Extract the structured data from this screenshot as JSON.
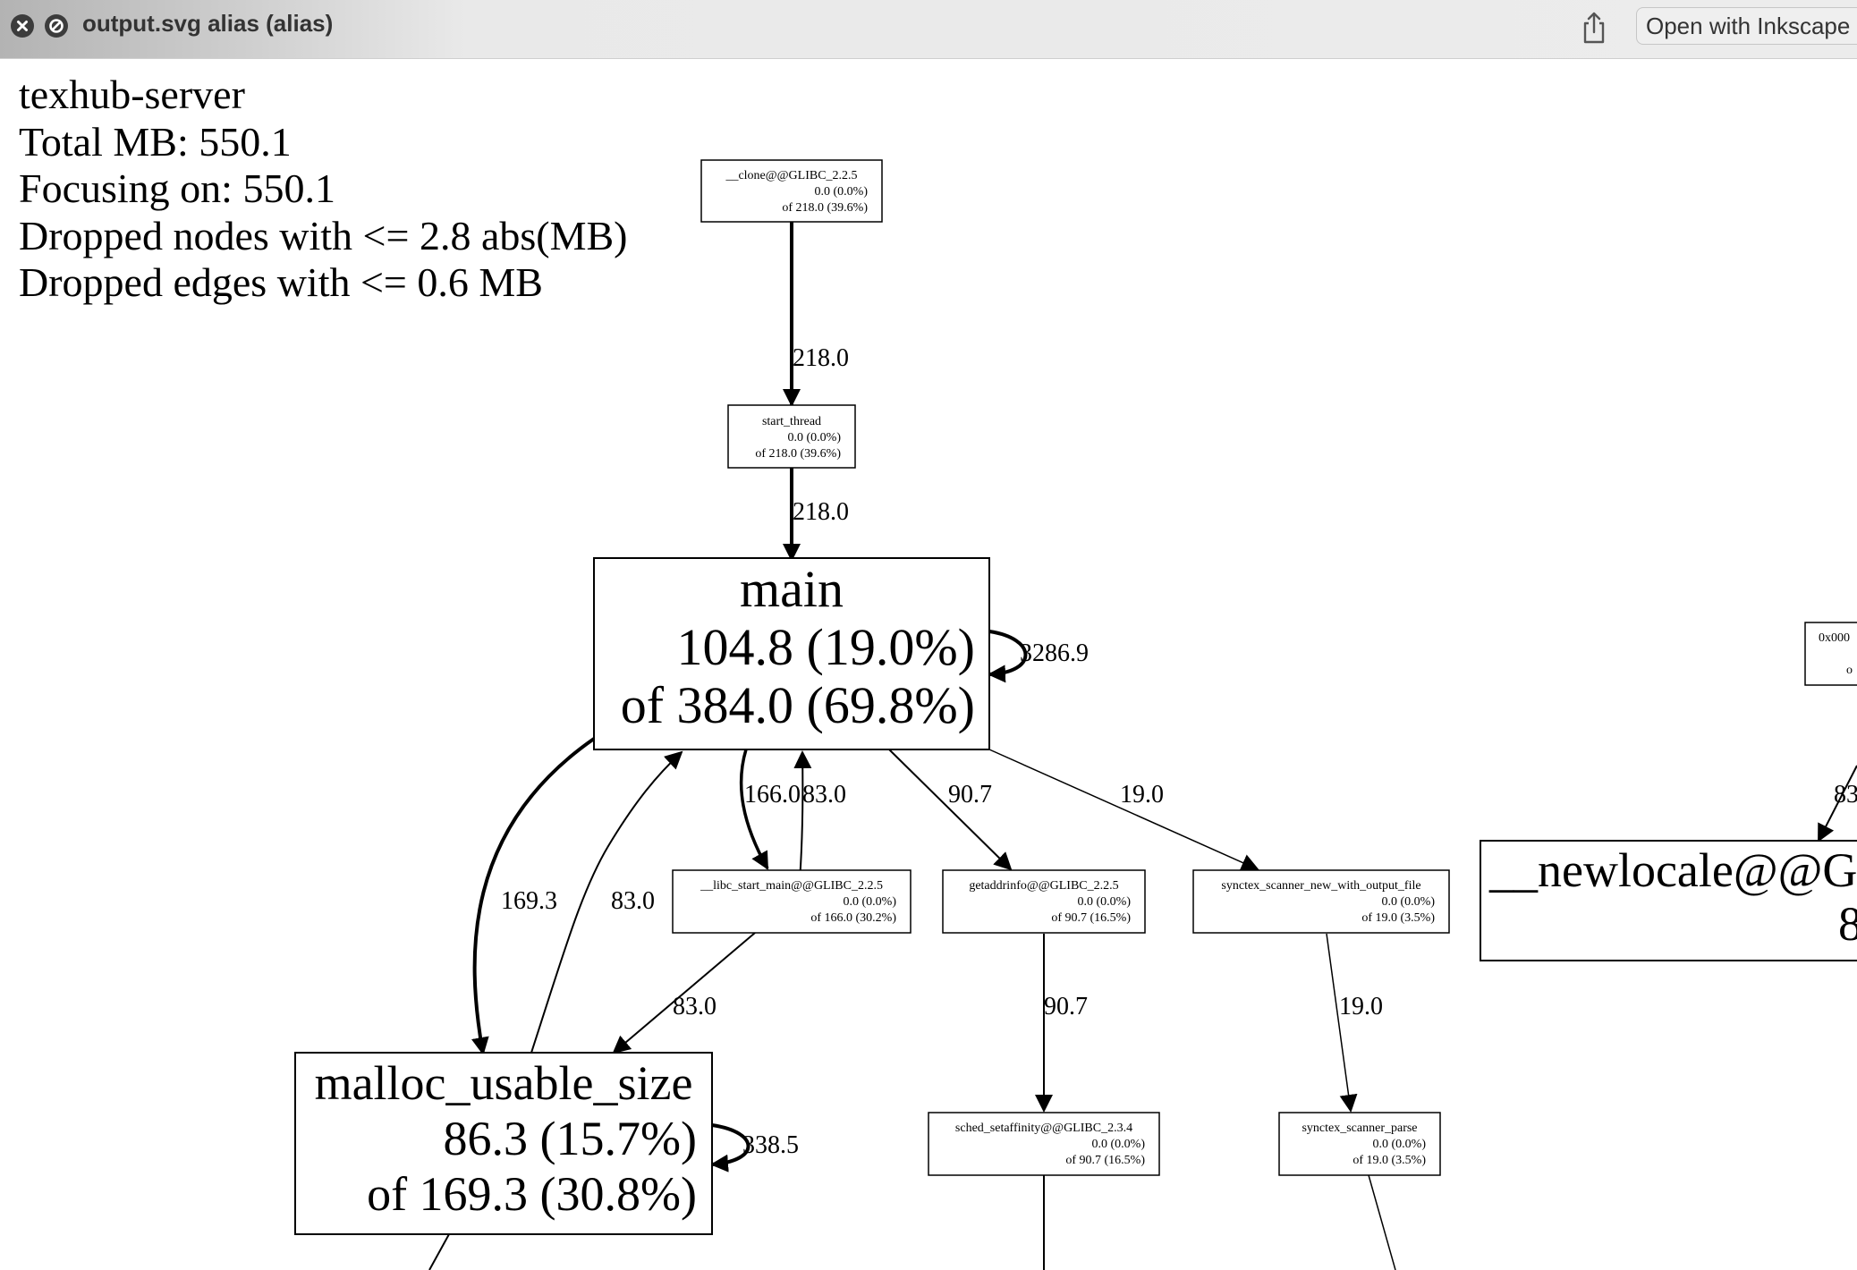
{
  "window": {
    "title": "output.svg alias (alias)",
    "open_with_label": "Open with Inkscape"
  },
  "legend": {
    "line1": "texhub-server",
    "line2": "Total MB: 550.1",
    "line3": "Focusing on: 550.1",
    "line4": "Dropped nodes with <= 2.8 abs(MB)",
    "line5": "Dropped edges with <= 0.6 MB"
  },
  "nodes": {
    "clone": {
      "name": "__clone@@GLIBC_2.2.5",
      "flat": "0.0 (0.0%)",
      "cum": "of 218.0 (39.6%)"
    },
    "start_thread": {
      "name": "start_thread",
      "flat": "0.0 (0.0%)",
      "cum": "of 218.0 (39.6%)"
    },
    "main": {
      "name": "main",
      "flat": "104.8 (19.0%)",
      "cum": "of 384.0 (69.8%)"
    },
    "libc_start_main": {
      "name": "__libc_start_main@@GLIBC_2.2.5",
      "flat": "0.0 (0.0%)",
      "cum": "of 166.0 (30.2%)"
    },
    "getaddrinfo": {
      "name": "getaddrinfo@@GLIBC_2.2.5",
      "flat": "0.0 (0.0%)",
      "cum": "of 90.7 (16.5%)"
    },
    "synctex_new": {
      "name": "synctex_scanner_new_with_output_file",
      "flat": "0.0 (0.0%)",
      "cum": "of 19.0 (3.5%)"
    },
    "malloc_usable_size": {
      "name": "malloc_usable_size",
      "flat": "86.3 (15.7%)",
      "cum": "of 169.3 (30.8%)"
    },
    "sched_setaffinity": {
      "name": "sched_setaffinity@@GLIBC_2.3.4",
      "flat": "0.0 (0.0%)",
      "cum": "of 90.7 (16.5%)"
    },
    "synctex_parse": {
      "name": "synctex_scanner_parse",
      "flat": "0.0 (0.0%)",
      "cum": "of 19.0 (3.5%)"
    },
    "hex_node": {
      "name": "0x000",
      "line2": "o"
    },
    "newlocale": {
      "name": "__newlocale@@G",
      "line2": "8"
    }
  },
  "edges": {
    "clone_to_start": "218.0",
    "start_to_main": "218.0",
    "main_self": "3286.9",
    "main_to_libc": "166.0",
    "libc_to_main": "83.0",
    "main_to_getaddrinfo": "90.7",
    "main_to_synctex": "19.0",
    "main_to_malloc": "169.3",
    "malloc_to_main": "83.0",
    "libc_to_malloc": "83.0",
    "getaddrinfo_to_sched": "90.7",
    "synctex_to_parse": "19.0",
    "malloc_self": "338.5",
    "hex_to_newlocale": "83"
  }
}
